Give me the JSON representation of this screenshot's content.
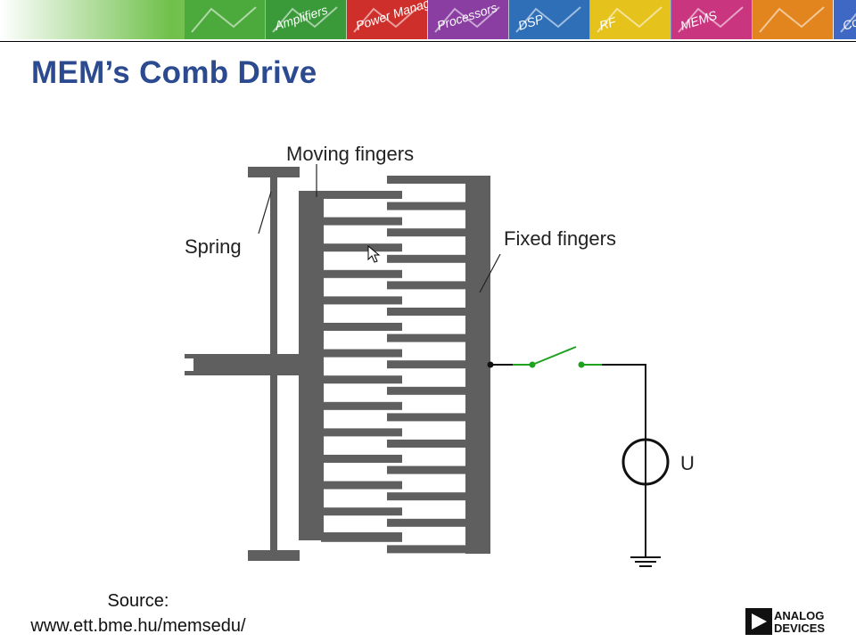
{
  "banner": {
    "tiles": [
      {
        "label": "",
        "color": "#4caa3c"
      },
      {
        "label": "Amplifiers",
        "color": "#3a9a3a"
      },
      {
        "label": "Power Management",
        "color": "#cf2f2a"
      },
      {
        "label": "Processors",
        "color": "#8a3ea2"
      },
      {
        "label": "DSP",
        "color": "#2f6fb8"
      },
      {
        "label": "RF",
        "color": "#e6c21c"
      },
      {
        "label": "MEMS",
        "color": "#c9357e"
      },
      {
        "label": "",
        "color": "#e3851e"
      },
      {
        "label": "Converters",
        "color": "#3f68c4"
      }
    ]
  },
  "slide": {
    "title": "MEM’s Comb Drive"
  },
  "diagram": {
    "labels": {
      "moving": "Moving fingers",
      "fixed": "Fixed fingers",
      "spring": "Spring",
      "voltage": "U"
    },
    "colors": {
      "structure": "#5f5f5f",
      "switch": "#1fa21f",
      "wire": "#111111"
    }
  },
  "source": {
    "line1": "Source:",
    "line2": "www.ett.bme.hu/memsedu/"
  },
  "logo": {
    "line1": "ANALOG",
    "line2": "DEVICES"
  }
}
